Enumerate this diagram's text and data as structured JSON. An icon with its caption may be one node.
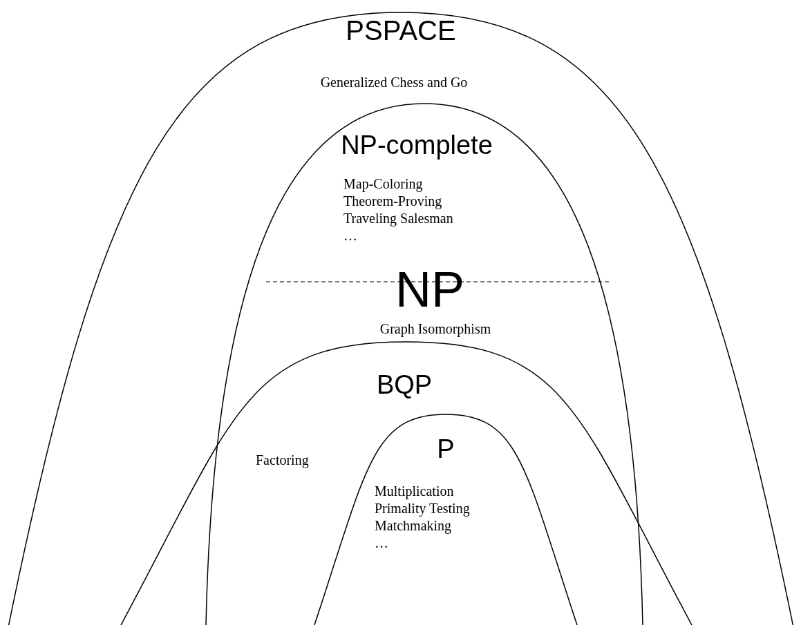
{
  "diagram": {
    "nodes": [
      {
        "text": [
          "PSPACE",
          "Generalized Chess and Go"
        ]
      },
      {
        "text": [
          "NP-complete",
          "Map-Coloring",
          "Theorem-Proving",
          "Traveling Salesman",
          "…",
          "NP",
          "Graph Isomorphism"
        ],
        "in": 0
      },
      {
        "text": [
          "BQP",
          "Factoring"
        ],
        "in": 0
      },
      {
        "text": [
          "P",
          "Multiplication",
          "Primality Testing",
          "Matchmaking",
          "…"
        ]
      }
    ],
    "edges": []
  }
}
